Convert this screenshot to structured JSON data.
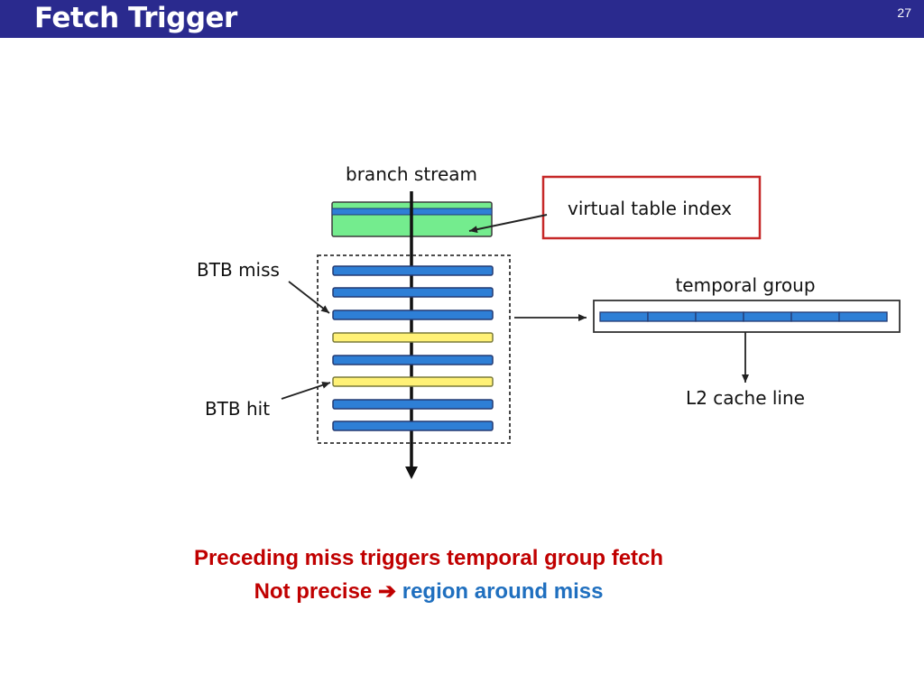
{
  "slide": {
    "title": "Fetch Trigger",
    "number": "27"
  },
  "diagram": {
    "labels": {
      "branch_stream": "branch stream",
      "virtual_table_index": "virtual table index",
      "btb_miss": "BTB miss",
      "btb_hit": "BTB hit",
      "temporal_group": "temporal group",
      "l2_cache_line": "L2 cache line"
    },
    "colors": {
      "miss_bar": "#2e7fd6",
      "hit_bar": "#fff176",
      "index_entry": "#74ec8e",
      "box_border": "#c62828"
    },
    "stream_entries": [
      "miss",
      "miss",
      "miss",
      "hit",
      "miss",
      "hit",
      "miss",
      "miss"
    ],
    "temporal_group_segments": 6
  },
  "caption": {
    "line1": "Preceding miss triggers temporal group fetch",
    "line2_red": "Not precise",
    "line2_arrow": "➔",
    "line2_blue": "region around miss"
  }
}
